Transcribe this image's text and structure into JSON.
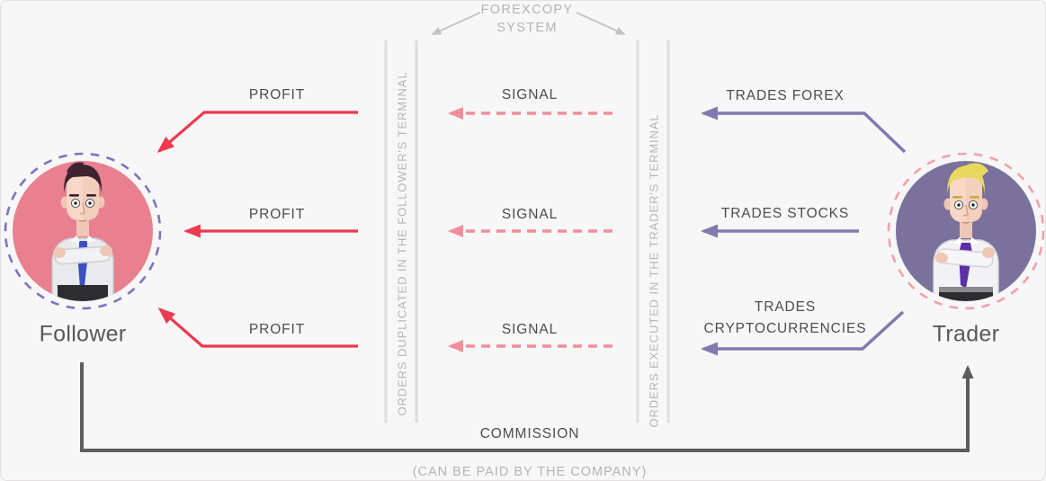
{
  "header": {
    "line1": "FOREXCOPY",
    "line2": "SYSTEM"
  },
  "terminals": {
    "follower": "ORDERS DUPLICATED IN THE FOLLOWER'S TERMINAL",
    "trader": "ORDERS EXECUTED IN THE TRADER'S TERMINAL"
  },
  "actors": {
    "follower": {
      "label": "Follower"
    },
    "trader": {
      "label": "Trader"
    }
  },
  "flows": {
    "profit": [
      "PROFIT",
      "PROFIT",
      "PROFIT"
    ],
    "signal": [
      "SIGNAL",
      "SIGNAL",
      "SIGNAL"
    ],
    "trades": [
      "TRADES FOREX",
      "TRADES STOCKS",
      "TRADES CRYPTOCURRENCIES"
    ]
  },
  "commission": {
    "label": "COMMISSION",
    "note": "(CAN BE PAID BY THE COMPANY)"
  },
  "colors": {
    "background": "#f8f7f7",
    "profit_arrow": "#ed3a4e",
    "signal_arrow": "#f08e9b",
    "trades_arrow": "#8279ae",
    "commission_arrow": "#5e5e5e",
    "terminal_bar": "#dcdcdc",
    "muted_text": "#b5b4b4",
    "label_text": "#4d4d4d",
    "follower_circle": "#e8808f",
    "follower_ring": "#7b74c4",
    "trader_circle": "#7a719c",
    "trader_ring": "#f3a0aa"
  }
}
